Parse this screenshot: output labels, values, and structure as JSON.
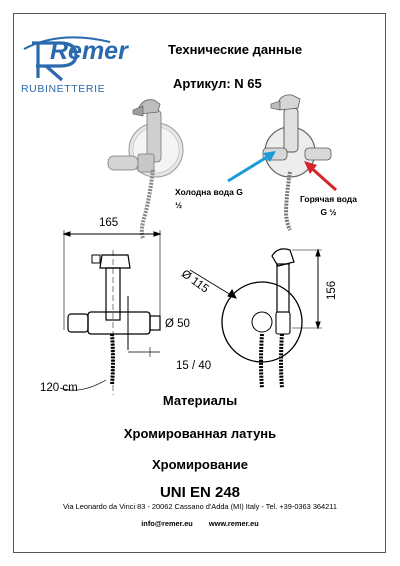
{
  "brand": {
    "name": "Remer",
    "tagline": "RUBINETTERIE"
  },
  "header": {
    "title": "Технические данные",
    "article": "Артикул: N 65"
  },
  "callouts": {
    "cold_line1": "Холодна вода G",
    "cold_line2": "½",
    "hot_line1": "Горячая вода",
    "hot_line2": "G ½",
    "cold_color": "#1e9ad6",
    "hot_color": "#d6242a"
  },
  "dimensions": {
    "width": "165",
    "depth": "Ø 50",
    "offset": "15 / 40",
    "hose": "120 cm",
    "plate": "Ø 115",
    "height": "156"
  },
  "materials": {
    "title": "Материалы",
    "line1": "Хромированная латунь",
    "line2": "Хромирование"
  },
  "standard": "UNI EN 248",
  "footer": {
    "address": "Via Leonardo da Vinci 83 - 20062 Cassano d'Adda (MI) Italy - Tel. +39-0363 364211",
    "email": "info@remer.eu",
    "website": "www.remer.eu"
  },
  "colors": {
    "brand_blue": "#2a69ad"
  }
}
